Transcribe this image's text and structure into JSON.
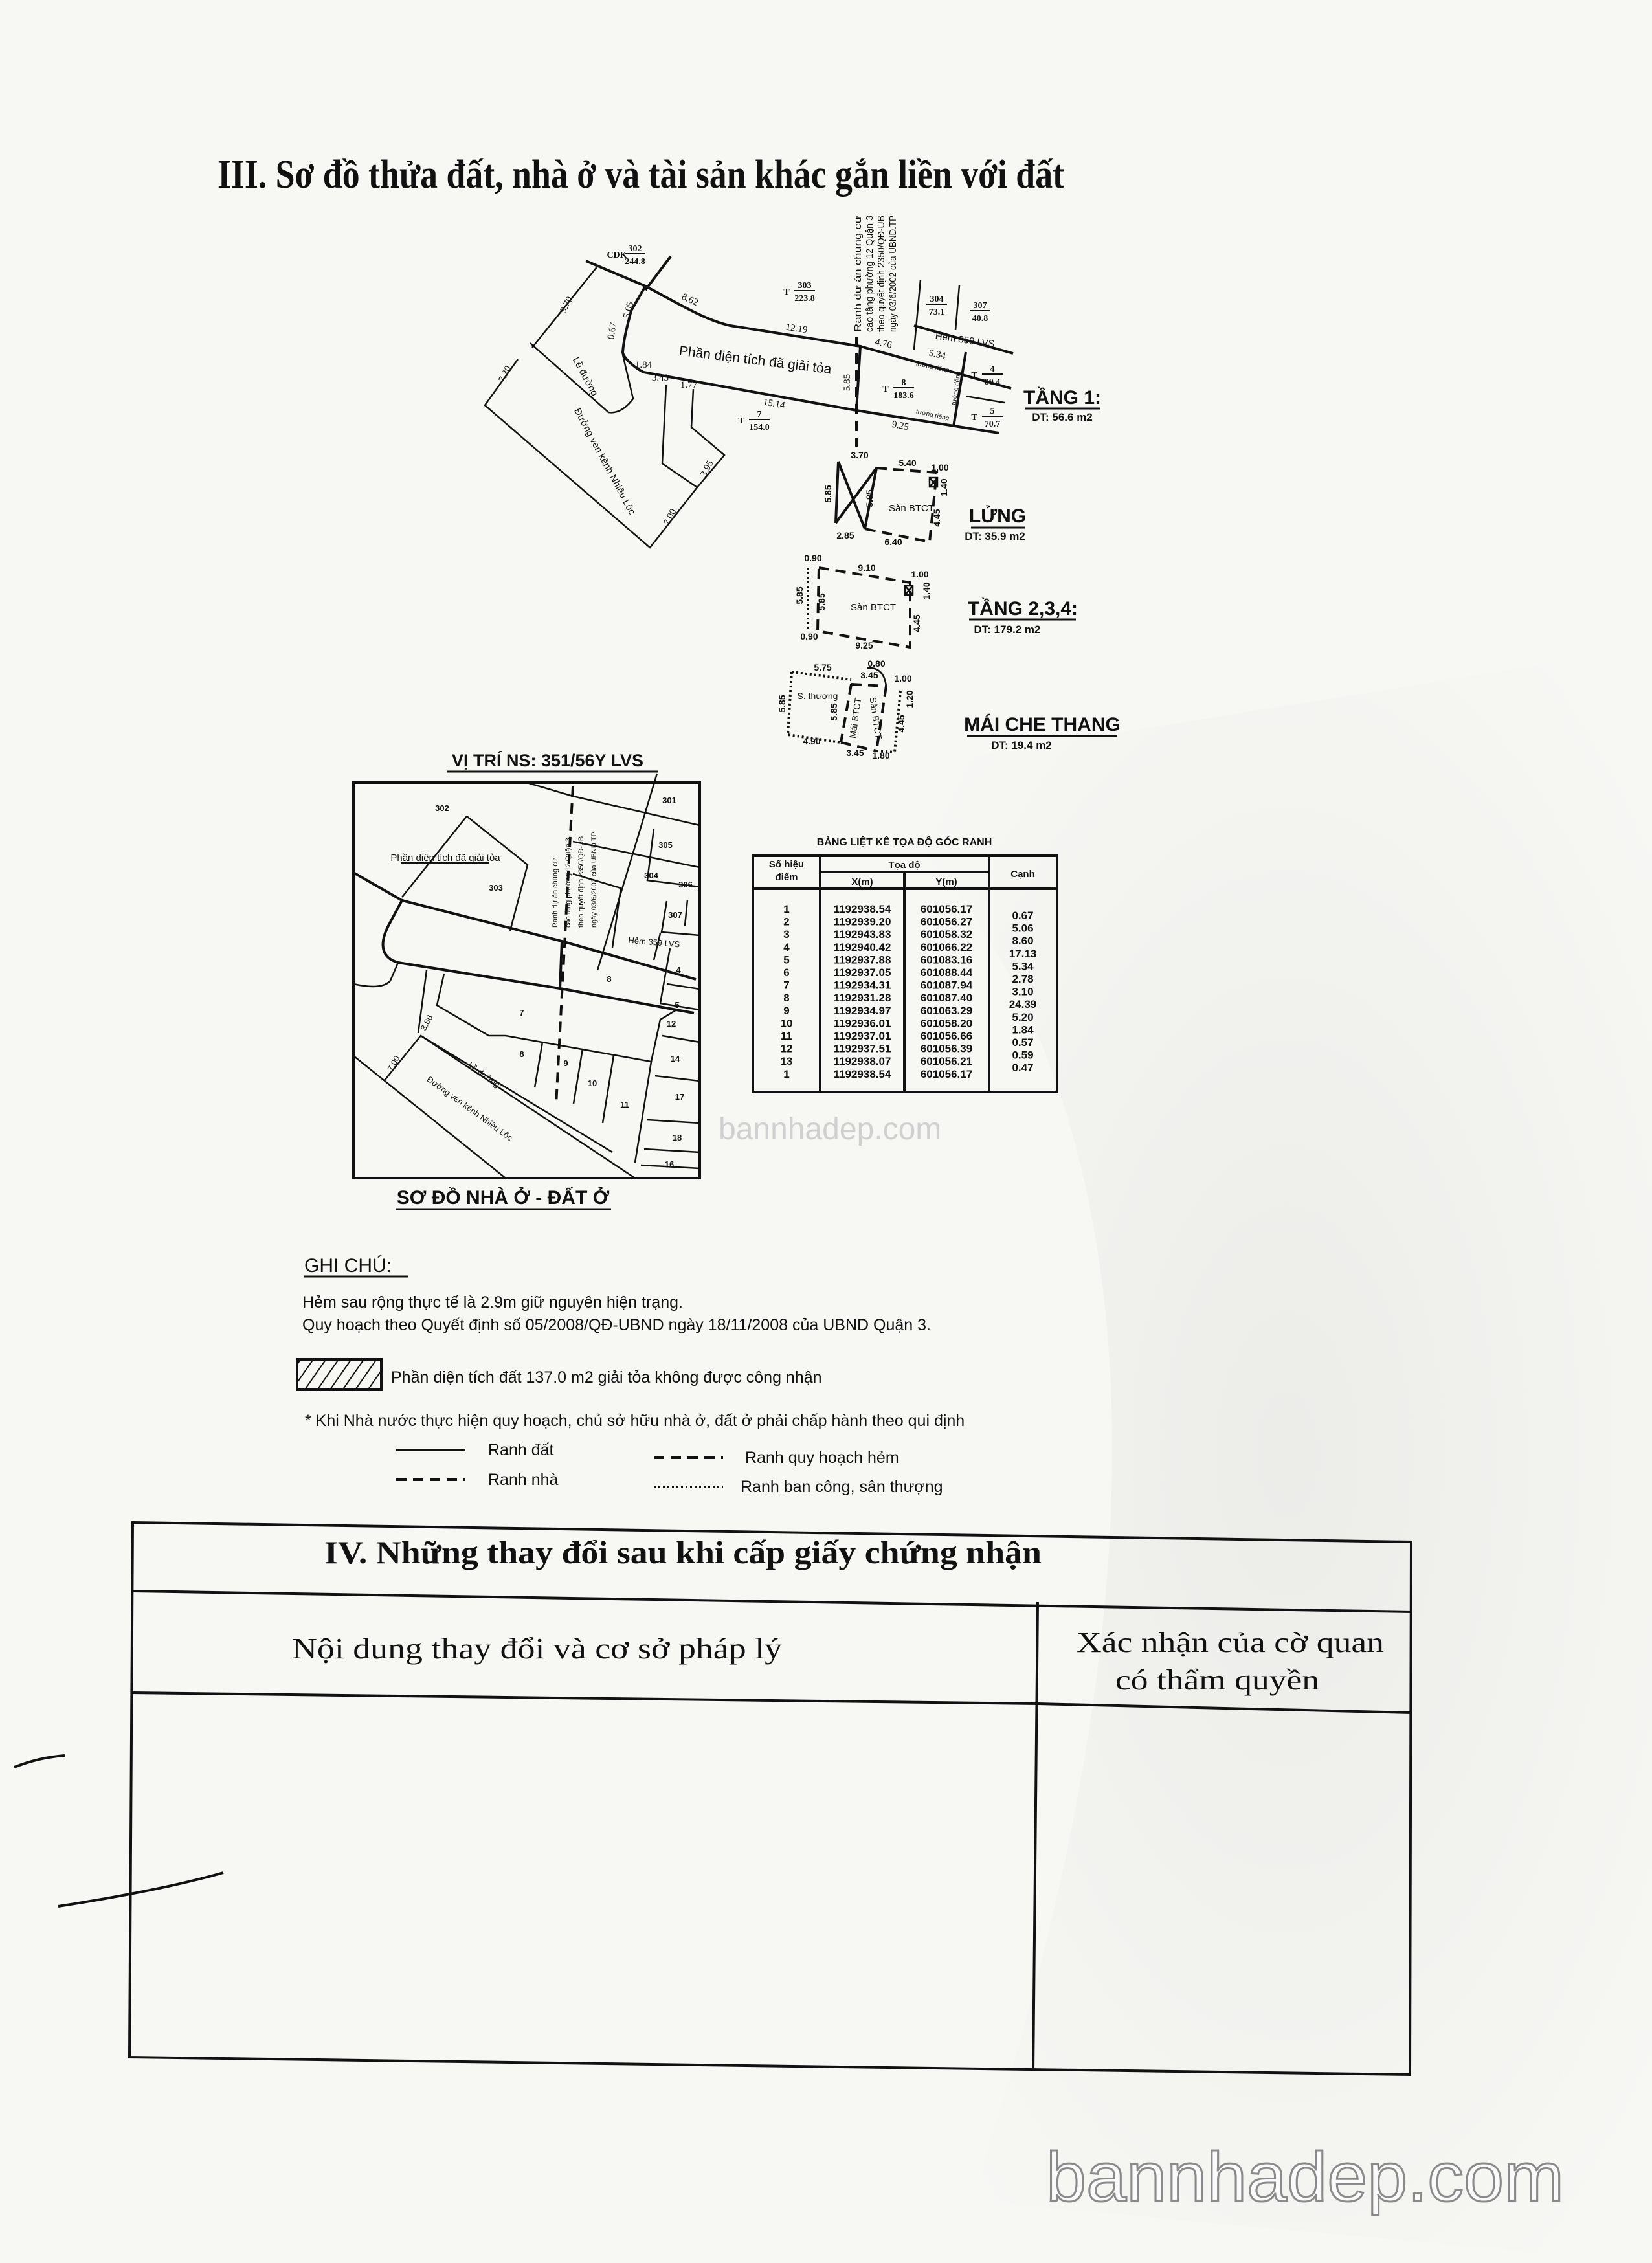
{
  "section3": {
    "title": "III. Sơ đồ thửa đất, nhà ở và tài sản khác gắn liền với đất"
  },
  "plot": {
    "cleared_area_label": "Phần diện tích đã giải tỏa",
    "edge_strip": "Lề đường",
    "road": "Đường ven kênh Nhiêu Lộc",
    "alley": "Hẻm 359 LVS",
    "private_wall": "tường riêng",
    "project_boundary_note": [
      "Ranh dự án chung cư",
      "cao tầng phường 12 Quận 3",
      "theo quyết định 2350/QĐ-UB",
      "ngày 03/6/2002 của UBND.TP"
    ],
    "parcels": [
      {
        "type": "CDK",
        "num": "302",
        "area": "244.8"
      },
      {
        "type": "T",
        "num": "303",
        "area": "223.8"
      },
      {
        "type": "",
        "num": "304",
        "area": "73.1"
      },
      {
        "type": "",
        "num": "307",
        "area": "40.8"
      },
      {
        "type": "T",
        "num": "8",
        "area": "183.6"
      },
      {
        "type": "T",
        "num": "4",
        "area": "80.4"
      },
      {
        "type": "T",
        "num": "5",
        "area": "70.7"
      },
      {
        "type": "T",
        "num": "7",
        "area": "154.0"
      }
    ],
    "dims": [
      "8.62",
      "12.19",
      "4.76",
      "5.34",
      "15.14",
      "9.25",
      "3.43",
      "1.77",
      "1.84",
      "5.05",
      "9.70",
      "0.67",
      "7.30",
      "3.95",
      "7.00",
      "5.85"
    ]
  },
  "floors": {
    "floor1": {
      "label": "TẦNG 1:",
      "area": "DT: 56.6 m2"
    },
    "mezzanine": {
      "label": "LỬNG",
      "area": "DT: 35.9 m2",
      "slab": "Sàn BTCT",
      "dims": [
        "3.70",
        "5.40",
        "1.00",
        "5.85",
        "5.85",
        "1.40",
        "4.45",
        "2.85",
        "6.40"
      ]
    },
    "floors234": {
      "label": "TẦNG 2,3,4:",
      "area": "DT: 179.2 m2",
      "slab": "Sàn BTCT",
      "dims": [
        "0.90",
        "9.10",
        "1.00",
        "1.40",
        "5.85",
        "5.85",
        "4.45",
        "0.90",
        "9.25"
      ]
    },
    "stair_roof": {
      "label": "MÁI CHE THANG",
      "area": "DT: 19.4 m2",
      "terrace": "S. thượng",
      "roof_slab": "Mái BTCT",
      "slab": "Sàn BTCT",
      "dims": [
        "5.75",
        "0.80",
        "3.45",
        "1.00",
        "5.85",
        "5.85",
        "1.20",
        "4.45",
        "4.90",
        "3.45",
        "1.80"
      ]
    }
  },
  "location_map": {
    "title": "VỊ TRÍ NS: 351/56Y LVS",
    "caption": "SƠ ĐỒ NHÀ Ở - ĐẤT Ở",
    "cleared_label": "Phần diện tích đã giải tỏa",
    "alley": "Hẻm 359 LVS",
    "edge_strip": "Lề đường",
    "road": "Đường ven kênh Nhiêu Lộc",
    "lots": [
      "302",
      "303",
      "301",
      "305",
      "304",
      "306",
      "307",
      "8",
      "4",
      "5",
      "7",
      "12",
      "8",
      "9",
      "10",
      "11",
      "14",
      "17",
      "18",
      "16"
    ],
    "dims": [
      "3.86",
      "7.00"
    ],
    "project_boundary_note": [
      "Ranh dự án chung cư",
      "cao tầng phường 12 Quận 3",
      "theo quyết định 2350/QĐ-UB",
      "ngày 03/6/2002 của UBND.TP"
    ]
  },
  "coords_table": {
    "title": "BẢNG LIỆT KÊ TỌA ĐỘ GÓC RANH",
    "headers": {
      "point": [
        "Số hiệu",
        "điểm"
      ],
      "coords": "Tọa độ",
      "x": "X(m)",
      "y": "Y(m)",
      "edge": "Cạnh"
    },
    "rows": [
      {
        "pt": "1",
        "x": "1192938.54",
        "y": "601056.17"
      },
      {
        "pt": "2",
        "x": "1192939.20",
        "y": "601056.27"
      },
      {
        "pt": "3",
        "x": "1192943.83",
        "y": "601058.32"
      },
      {
        "pt": "4",
        "x": "1192940.42",
        "y": "601066.22"
      },
      {
        "pt": "5",
        "x": "1192937.88",
        "y": "601083.16"
      },
      {
        "pt": "6",
        "x": "1192937.05",
        "y": "601088.44"
      },
      {
        "pt": "7",
        "x": "1192934.31",
        "y": "601087.94"
      },
      {
        "pt": "8",
        "x": "1192931.28",
        "y": "601087.40"
      },
      {
        "pt": "9",
        "x": "1192934.97",
        "y": "601063.29"
      },
      {
        "pt": "10",
        "x": "1192936.01",
        "y": "601058.20"
      },
      {
        "pt": "11",
        "x": "1192937.01",
        "y": "601056.66"
      },
      {
        "pt": "12",
        "x": "1192937.51",
        "y": "601056.39"
      },
      {
        "pt": "13",
        "x": "1192938.07",
        "y": "601056.21"
      },
      {
        "pt": "1",
        "x": "1192938.54",
        "y": "601056.17"
      }
    ],
    "edges": [
      "0.67",
      "5.06",
      "8.60",
      "17.13",
      "5.34",
      "2.78",
      "3.10",
      "24.39",
      "5.20",
      "1.84",
      "0.57",
      "0.59",
      "0.47"
    ]
  },
  "notes": {
    "heading": "GHI CHÚ:",
    "lines": [
      "Hẻm sau rộng thực tế là 2.9m giữ nguyên hiện trạng.",
      "Quy hoạch theo Quyết định số 05/2008/QĐ-UBND ngày 18/11/2008 của UBND Quận 3."
    ],
    "hatch_legend": "Phần diện tích đất 137.0 m2 giải tỏa không được công nhận",
    "state_note": "* Khi Nhà nước thực hiện quy hoạch, chủ sở hữu nhà ở, đất ở phải chấp hành theo qui định",
    "legend": {
      "land": "Ranh đất",
      "house": "Ranh nhà",
      "alley_plan": "Ranh quy hoạch hẻm",
      "balcony": "Ranh ban công, sân thượng"
    }
  },
  "section4": {
    "title": "IV. Những thay đổi sau khi cấp giấy chứng nhận",
    "col1": "Nội dung thay đổi và cơ sở pháp lý",
    "col2": [
      "Xác nhận của cờ quan",
      "có thẩm quyền"
    ]
  },
  "watermark": "bannhadep.com"
}
